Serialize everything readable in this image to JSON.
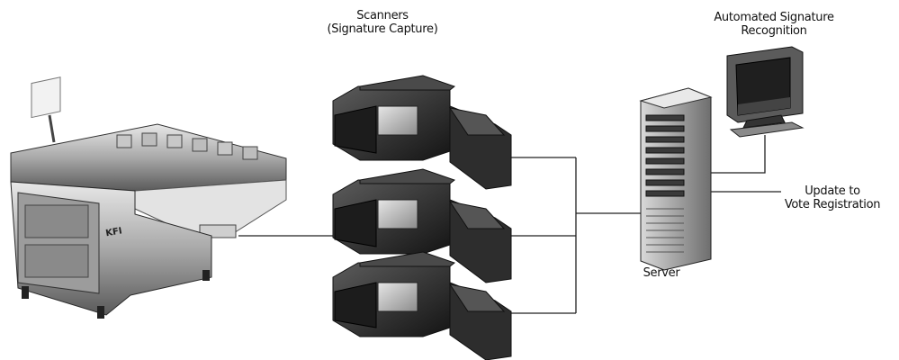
{
  "labels": {
    "scanners_line1": "Scanners",
    "scanners_line2": "(Signature Capture)",
    "asr_line1": "Automated Signature",
    "asr_line2": "Recognition",
    "update_line1": "Update to",
    "update_line2": "Vote Registration",
    "server": "Server"
  },
  "machine_brand": "KFI"
}
